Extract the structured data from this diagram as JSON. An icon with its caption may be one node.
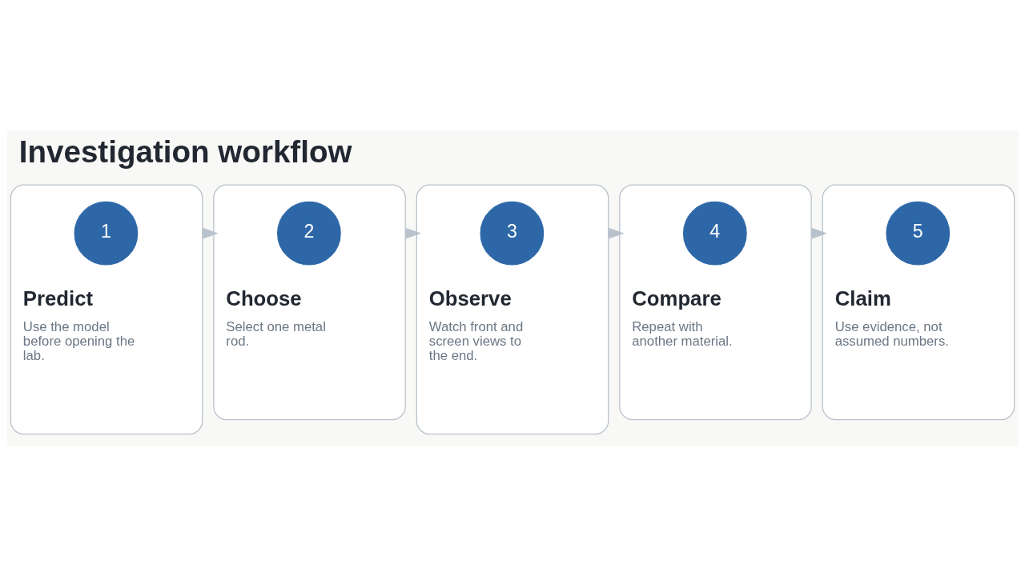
{
  "diagram": {
    "title": "Investigation workflow",
    "nodes": [
      {
        "text": [
          "Predict",
          "Use the model before opening the lab."
        ]
      },
      {
        "text": [
          "1"
        ],
        "in": 0
      },
      {
        "text": [
          "Choose",
          "Select one metal rod."
        ]
      },
      {
        "text": [
          "2"
        ],
        "in": 2
      },
      {
        "text": [
          "Observe",
          "Watch front and screen views to the end."
        ]
      },
      {
        "text": [
          "3"
        ],
        "in": 4
      },
      {
        "text": [
          "Compare",
          "Repeat with another material."
        ]
      },
      {
        "text": [
          "4"
        ],
        "in": 6
      },
      {
        "text": [
          "Claim",
          "Use evidence, not assumed numbers."
        ]
      },
      {
        "text": [
          "5"
        ],
        "in": 8
      }
    ],
    "edges": [
      {
        "from": 0,
        "to": 2,
        "arrow": "to"
      },
      {
        "from": 2,
        "to": 4,
        "arrow": "to"
      },
      {
        "from": 4,
        "to": 6,
        "arrow": "to"
      },
      {
        "from": 6,
        "to": 8,
        "arrow": "to"
      }
    ]
  }
}
